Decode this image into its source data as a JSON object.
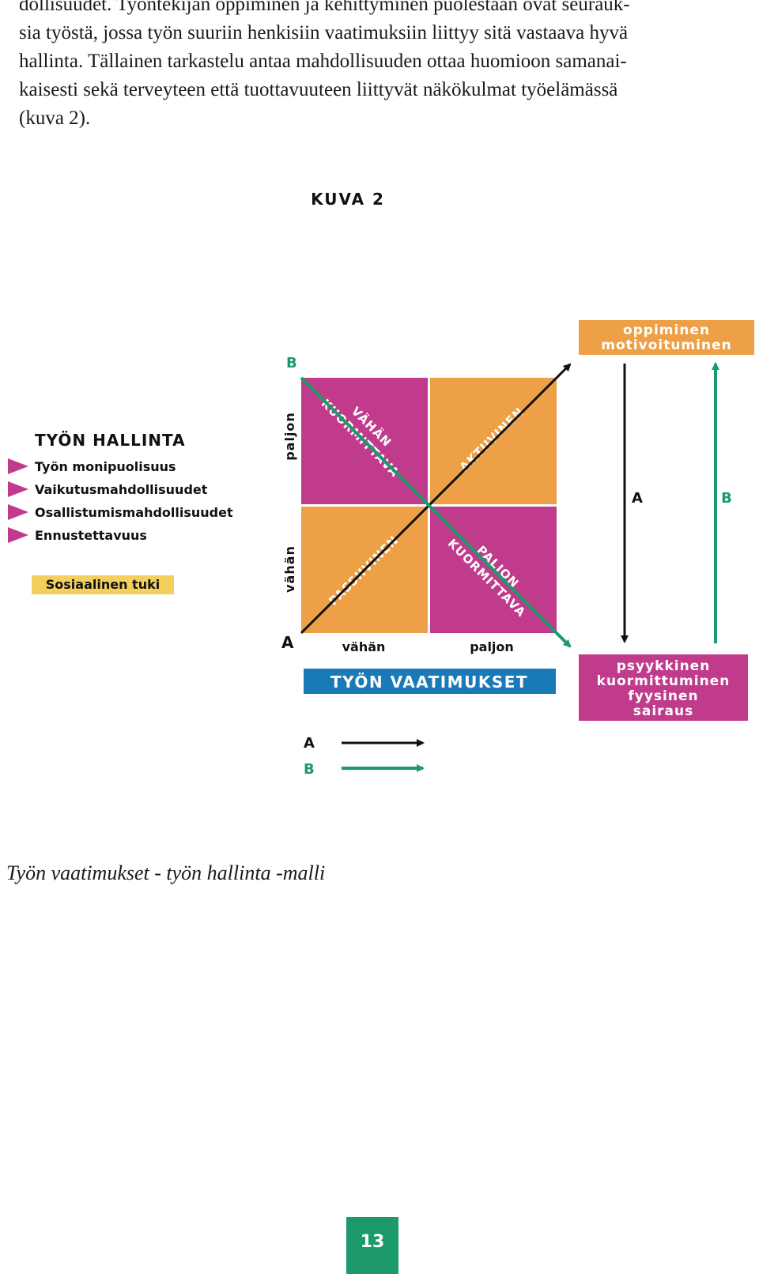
{
  "paragraph": {
    "lines": [
      "dollisuudet. Työntekijän oppiminen ja kehittyminen puolestaan ovat seurauk-",
      "sia työstä, jossa työn suuriin henkisiin vaatimuksiin liittyy sitä vastaava hyvä",
      "hallinta. Tällainen tarkastelu antaa mahdollisuuden ottaa huomioon samanai-",
      "kaisesti sekä terveyteen että tuottavuuteen liittyvät näkökulmat työelämässä",
      "(kuva 2)."
    ]
  },
  "figure": {
    "title": "KUVA 2",
    "hallinta": {
      "title": "TYÖN HALLINTA",
      "factors": [
        "Työn monipuolisuus",
        "Vaikutusmahdollisuudet",
        "Osallistumismahdollisuudet",
        "Ennustettavuus"
      ],
      "support": "Sosiaalinen tuki"
    },
    "y_axis": {
      "high": "paljon",
      "low": "vähän"
    },
    "x_axis": {
      "low": "vähän",
      "high": "paljon",
      "title": "TYÖN VAATIMUKSET"
    },
    "quadrants": {
      "top_left": [
        "VÄHÄN",
        "KUORMITTAVA"
      ],
      "top_right": [
        "AKTIIVINEN"
      ],
      "bottom_left": [
        "PASSIIVINEN"
      ],
      "bottom_right": [
        "PALJON",
        "KUORMITTAVA"
      ]
    },
    "corner_labels": {
      "a": "A",
      "b": "B"
    },
    "outcomes": {
      "top": [
        "oppiminen",
        "motivoituminen"
      ],
      "bottom": [
        "psyykkinen",
        "kuormittuminen",
        "fyysinen",
        "sairaus"
      ],
      "arrow_a": "A",
      "arrow_b": "B"
    },
    "legend": {
      "a": "A",
      "b": "B"
    },
    "colors": {
      "magenta": "#c13b8c",
      "orange": "#eda046",
      "green": "#1d9a6c",
      "blue": "#1a7ab7",
      "yellow": "#f3cf5e",
      "black": "#111111"
    }
  },
  "caption": "Työn vaatimukset - työn hallinta -malli",
  "page_number": "13"
}
